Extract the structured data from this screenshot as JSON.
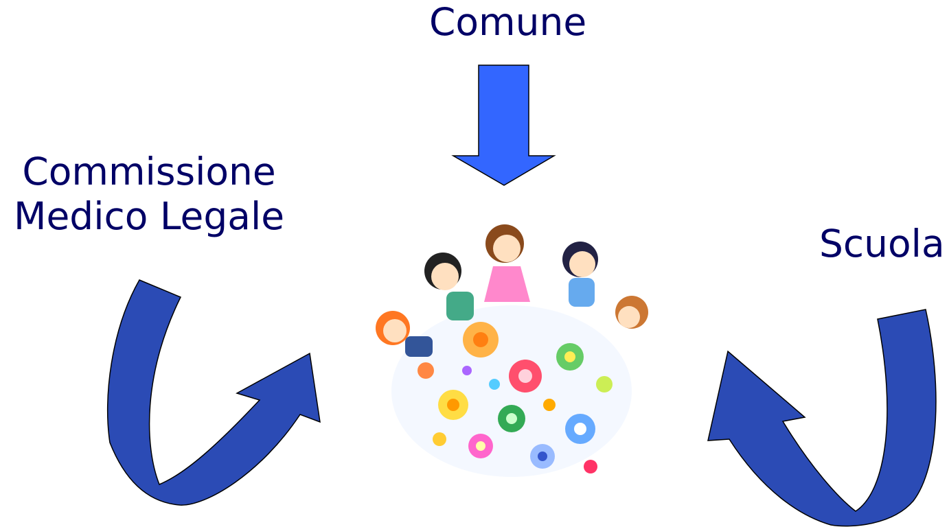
{
  "labels": {
    "comune": "Comune",
    "commissione_line1": "Commissione",
    "commissione_line2": "Medico Legale",
    "scuola": "Scuola"
  },
  "colors": {
    "text": "#000066",
    "arrow_light": "#3366FF",
    "arrow_dark": "#2B4BB5",
    "stroke": "#000000"
  },
  "icons": {
    "center_image": "children-with-flowers-illustration"
  }
}
